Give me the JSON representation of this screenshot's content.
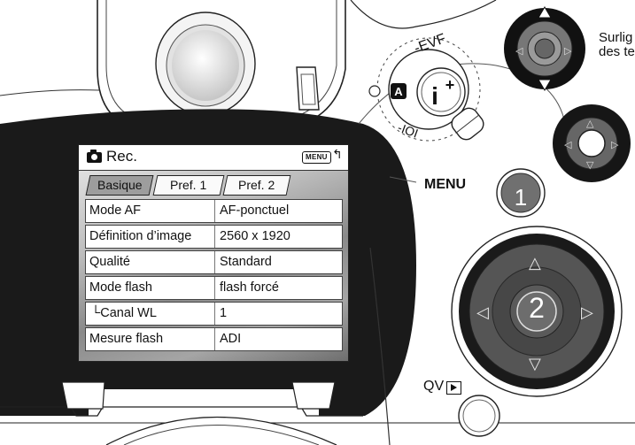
{
  "screen": {
    "title": "Rec.",
    "menu_badge": "MENU",
    "back_glyph": "↰",
    "tabs": [
      {
        "label": "Basique",
        "active": true
      },
      {
        "label": "Pref. 1",
        "active": false
      },
      {
        "label": "Pref. 2",
        "active": false
      }
    ],
    "rows": [
      {
        "setting": "Mode AF",
        "value": "AF-ponctuel"
      },
      {
        "setting": "Définition d’image",
        "value": "2560 x 1920"
      },
      {
        "setting": "Qualité",
        "value": "Standard"
      },
      {
        "setting": "Mode flash",
        "value": "flash forcé"
      },
      {
        "setting": "└Canal WL",
        "value": "1"
      },
      {
        "setting": "Mesure flash",
        "value": "ADI"
      }
    ]
  },
  "controls": {
    "menu_label": "MENU",
    "qv_label": "QV",
    "step1": "1",
    "step2": "2",
    "dial_evf": "EVF",
    "dial_a": "A",
    "dial_i": "i+"
  },
  "side_text": {
    "line1": "Surlig",
    "line2": "des te"
  },
  "colors": {
    "body_dark": "#1a1a1a",
    "active_tab": "#9d9d9d",
    "step_button": "#707070"
  }
}
